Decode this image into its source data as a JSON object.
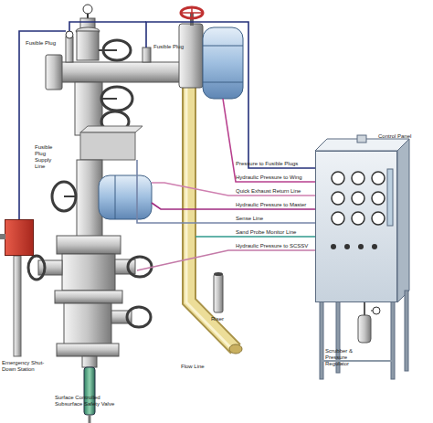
{
  "diagram": {
    "nodes": [
      {
        "text": [
          "Control Panel"
        ]
      },
      {
        "text": [
          "Emergency Shut-Down Station"
        ]
      }
    ],
    "labels": [
      "Fusible Plug",
      "Fusible Plug",
      "Fusible Plug Supply Line",
      "Pressure to Fusible Plugs",
      "Hydraulic Pressure to Wing",
      "Quick Exhaust Return Line",
      "Hydraulic Pressure to Master",
      "Sense Line",
      "Sand Probe Monitor Line",
      "Hydraulic Pressure to SCSSV",
      "Riser",
      "Flow Line",
      "Scrubber & Pressure Regulator",
      "Surface Controlled Subsurface Safety Valve"
    ]
  }
}
